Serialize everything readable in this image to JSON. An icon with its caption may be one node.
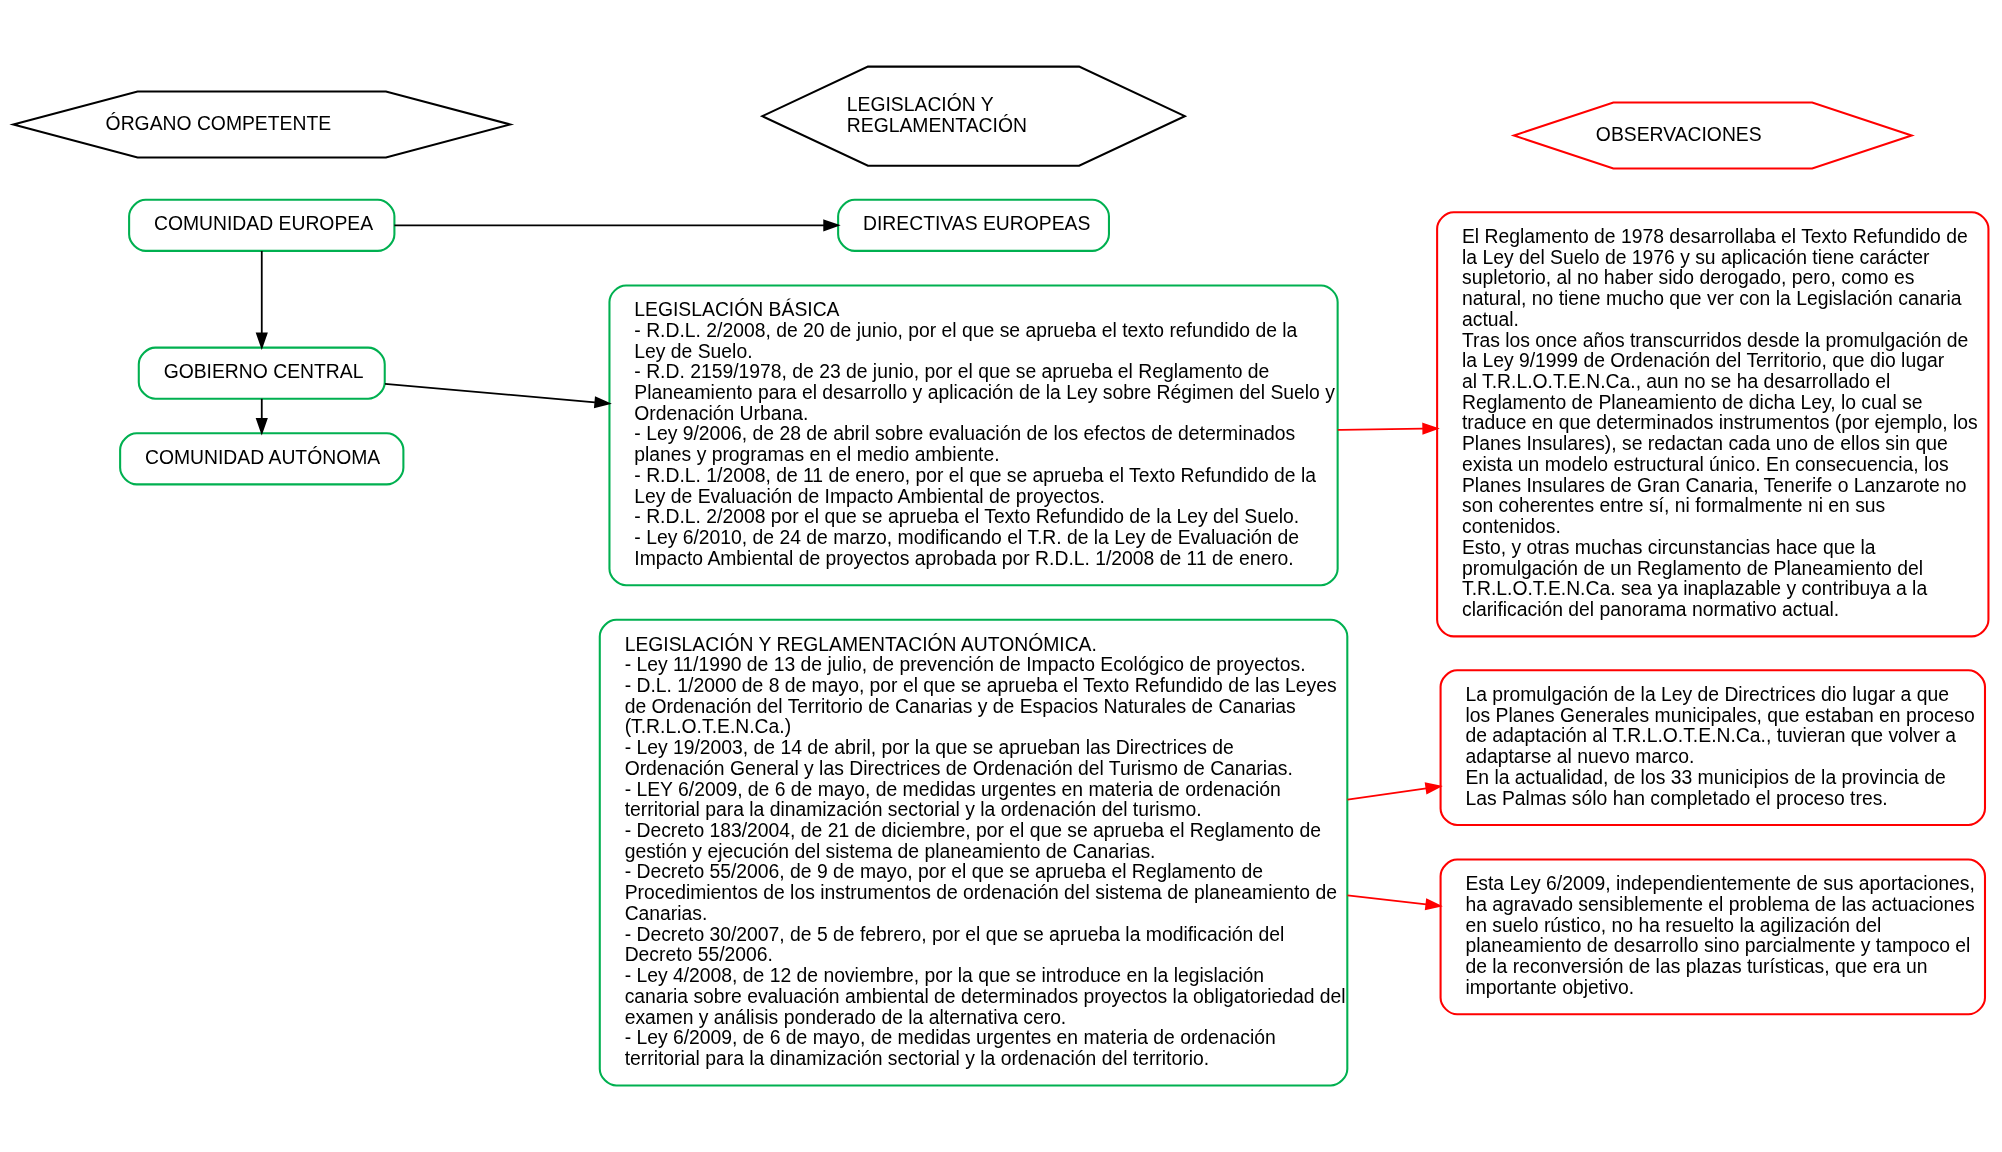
{
  "diagram": {
    "nodes": [
      {
        "text": [
          "ÓRGANO COMPETENTE"
        ]
      },
      {
        "text": [
          "LEGISLACIÓN Y REGLAMENTACIÓN"
        ]
      },
      {
        "text": [
          "OBSERVACIONES"
        ]
      },
      {
        "text": [
          "COMUNIDAD EUROPEA"
        ]
      },
      {
        "text": [
          "DIRECTIVAS EUROPEAS"
        ]
      },
      {
        "text": [
          "GOBIERNO CENTRAL"
        ]
      },
      {
        "text": [
          "LEGISLACIÓN BÁSICA",
          "- R.D.L. 2/2008, de 20 de junio, por el que se aprueba el texto refundido de la Ley de Suelo.",
          "- R.D. 2159/1978, de 23 de junio, por el que se aprueba el Reglamento de Planeamiento para el desarrollo y aplicación de la Ley sobre Régimen del Suelo y Ordenación Urbana.",
          "- Ley 9/2006, de 28 de abril sobre evaluación de los efectos de determinados planes y programas en el medio ambiente.",
          "- R.D.L. 1/2008, de 11 de enero, por el que se aprueba el Texto Refundido de la Ley de Evaluación de Impacto Ambiental de proyectos.",
          "- R.D.L. 2/2008 por el que se aprueba el Texto Refundido de la Ley del Suelo.",
          "- Ley 6/2010, de 24 de marzo, modificando el T.R. de la Ley de Evaluación de Impacto Ambiental de proyectos aprobada por R.D.L. 1/2008 de 11 de enero."
        ]
      },
      {
        "text": [
          "COMUNIDAD AUTÓNOMA"
        ]
      },
      {
        "text": [
          "LEGISLACIÓN Y REGLAMENTACIÓN AUTONÓMICA.",
          "- Ley 11/1990 de 13 de julio, de prevención de Impacto Ecológico de proyectos.",
          "- D.L. 1/2000 de 8 de mayo, por el que se aprueba el Texto Refundido de las Leyes de Ordenación del Territorio de Canarias y de Espacios Naturales de Canarias (T.R.L.O.T.E.N.Ca.)",
          "- Ley 19/2003, de 14 de abril, por la que se aprueban las Directrices de Ordenación General y las Directrices de Ordenación del Turismo de Canarias.",
          "- LEY 6/2009, de 6 de mayo, de medidas urgentes en materia de ordenación territorial para la dinamización sectorial y la ordenación del turismo.",
          "- Decreto 183/2004, de 21 de diciembre, por el que se aprueba el Reglamento de gestión y ejecución del sistema de planeamiento de Canarias.",
          "- Decreto 55/2006, de 9 de mayo, por el que se aprueba el Reglamento de Procedimientos de los instrumentos de ordenación del sistema de planeamiento de Canarias.",
          "- Decreto 30/2007, de 5 de febrero, por el que se aprueba la modificación del Decreto 55/2006.",
          "- Ley 4/2008, de 12 de noviembre, por la que se introduce en la legislación canaria sobre evaluación ambiental de determinados proyectos la obligatoriedad del examen y análisis ponderado de la alternativa cero.",
          "- Ley 6/2009, de 6 de mayo, de medidas urgentes en materia de ordenación territorial para la dinamización sectorial y la ordenación del territorio."
        ]
      },
      {
        "text": [
          "El Reglamento de 1978 desarrollaba el Texto Refundido de la Ley del Suelo de 1976 y su aplicación tiene carácter supletorio, al no haber sido derogado, pero, como es natural, no tiene mucho que ver con la Legislación canaria actual.",
          "Tras los once años transcurridos desde la promulgación de la Ley 9/1999 de Ordenación del Territorio, que dio lugar al T.R.L.O.T.E.N.Ca., aun no se ha desarrollado el Reglamento de Planeamiento de dicha Ley, lo cual se traduce en que determinados instrumentos (por ejemplo, los Planes Insulares), se redactan cada uno de ellos sin que exista un modelo estructural único. En consecuencia, los Planes Insulares de Gran Canaria, Tenerife o Lanzarote no son coherentes entre sí, ni formalmente ni en sus contenidos.",
          "Esto, y otras muchas circunstancias hace que la promulgación de un Reglamento de Planeamiento del T.R.L.O.T.E.N.Ca. sea ya inaplazable y contribuya a la clarificación del panorama normativo actual."
        ]
      },
      {
        "text": [
          "La promulgación de la Ley de Directrices dio lugar a que los Planes Generales municipales, que estaban en proceso de adaptación al T.R.L.O.T.E.N.Ca., tuvieran que volver a adaptarse al nuevo marco.",
          "En la actualidad, de los 33 municipios de la provincia de Las Palmas sólo han completado el proceso tres."
        ]
      },
      {
        "text": [
          "Esta Ley 6/2009, independientemente de sus aportaciones, ha agravado sensiblemente el problema de las actuaciones en suelo rústico, no ha resuelto la agilización del planeamiento de desarrollo sino parcialmente y tampoco el de la reconversión de las plazas turísticas, que era un importante objetivo."
        ]
      }
    ],
    "edges": [
      {
        "from": 3,
        "to": 4,
        "arrow": "to"
      },
      {
        "from": 3,
        "to": 5,
        "arrow": "to"
      },
      {
        "from": 5,
        "to": 6,
        "arrow": "to"
      },
      {
        "from": 5,
        "to": 7,
        "arrow": "to"
      },
      {
        "from": 6,
        "to": 9,
        "arrow": "to",
        "color": "#ff0000"
      },
      {
        "from": 8,
        "to": 10,
        "arrow": "to",
        "color": "#ff0000"
      },
      {
        "from": 8,
        "to": 11,
        "arrow": "to",
        "color": "#ff0000"
      }
    ]
  }
}
